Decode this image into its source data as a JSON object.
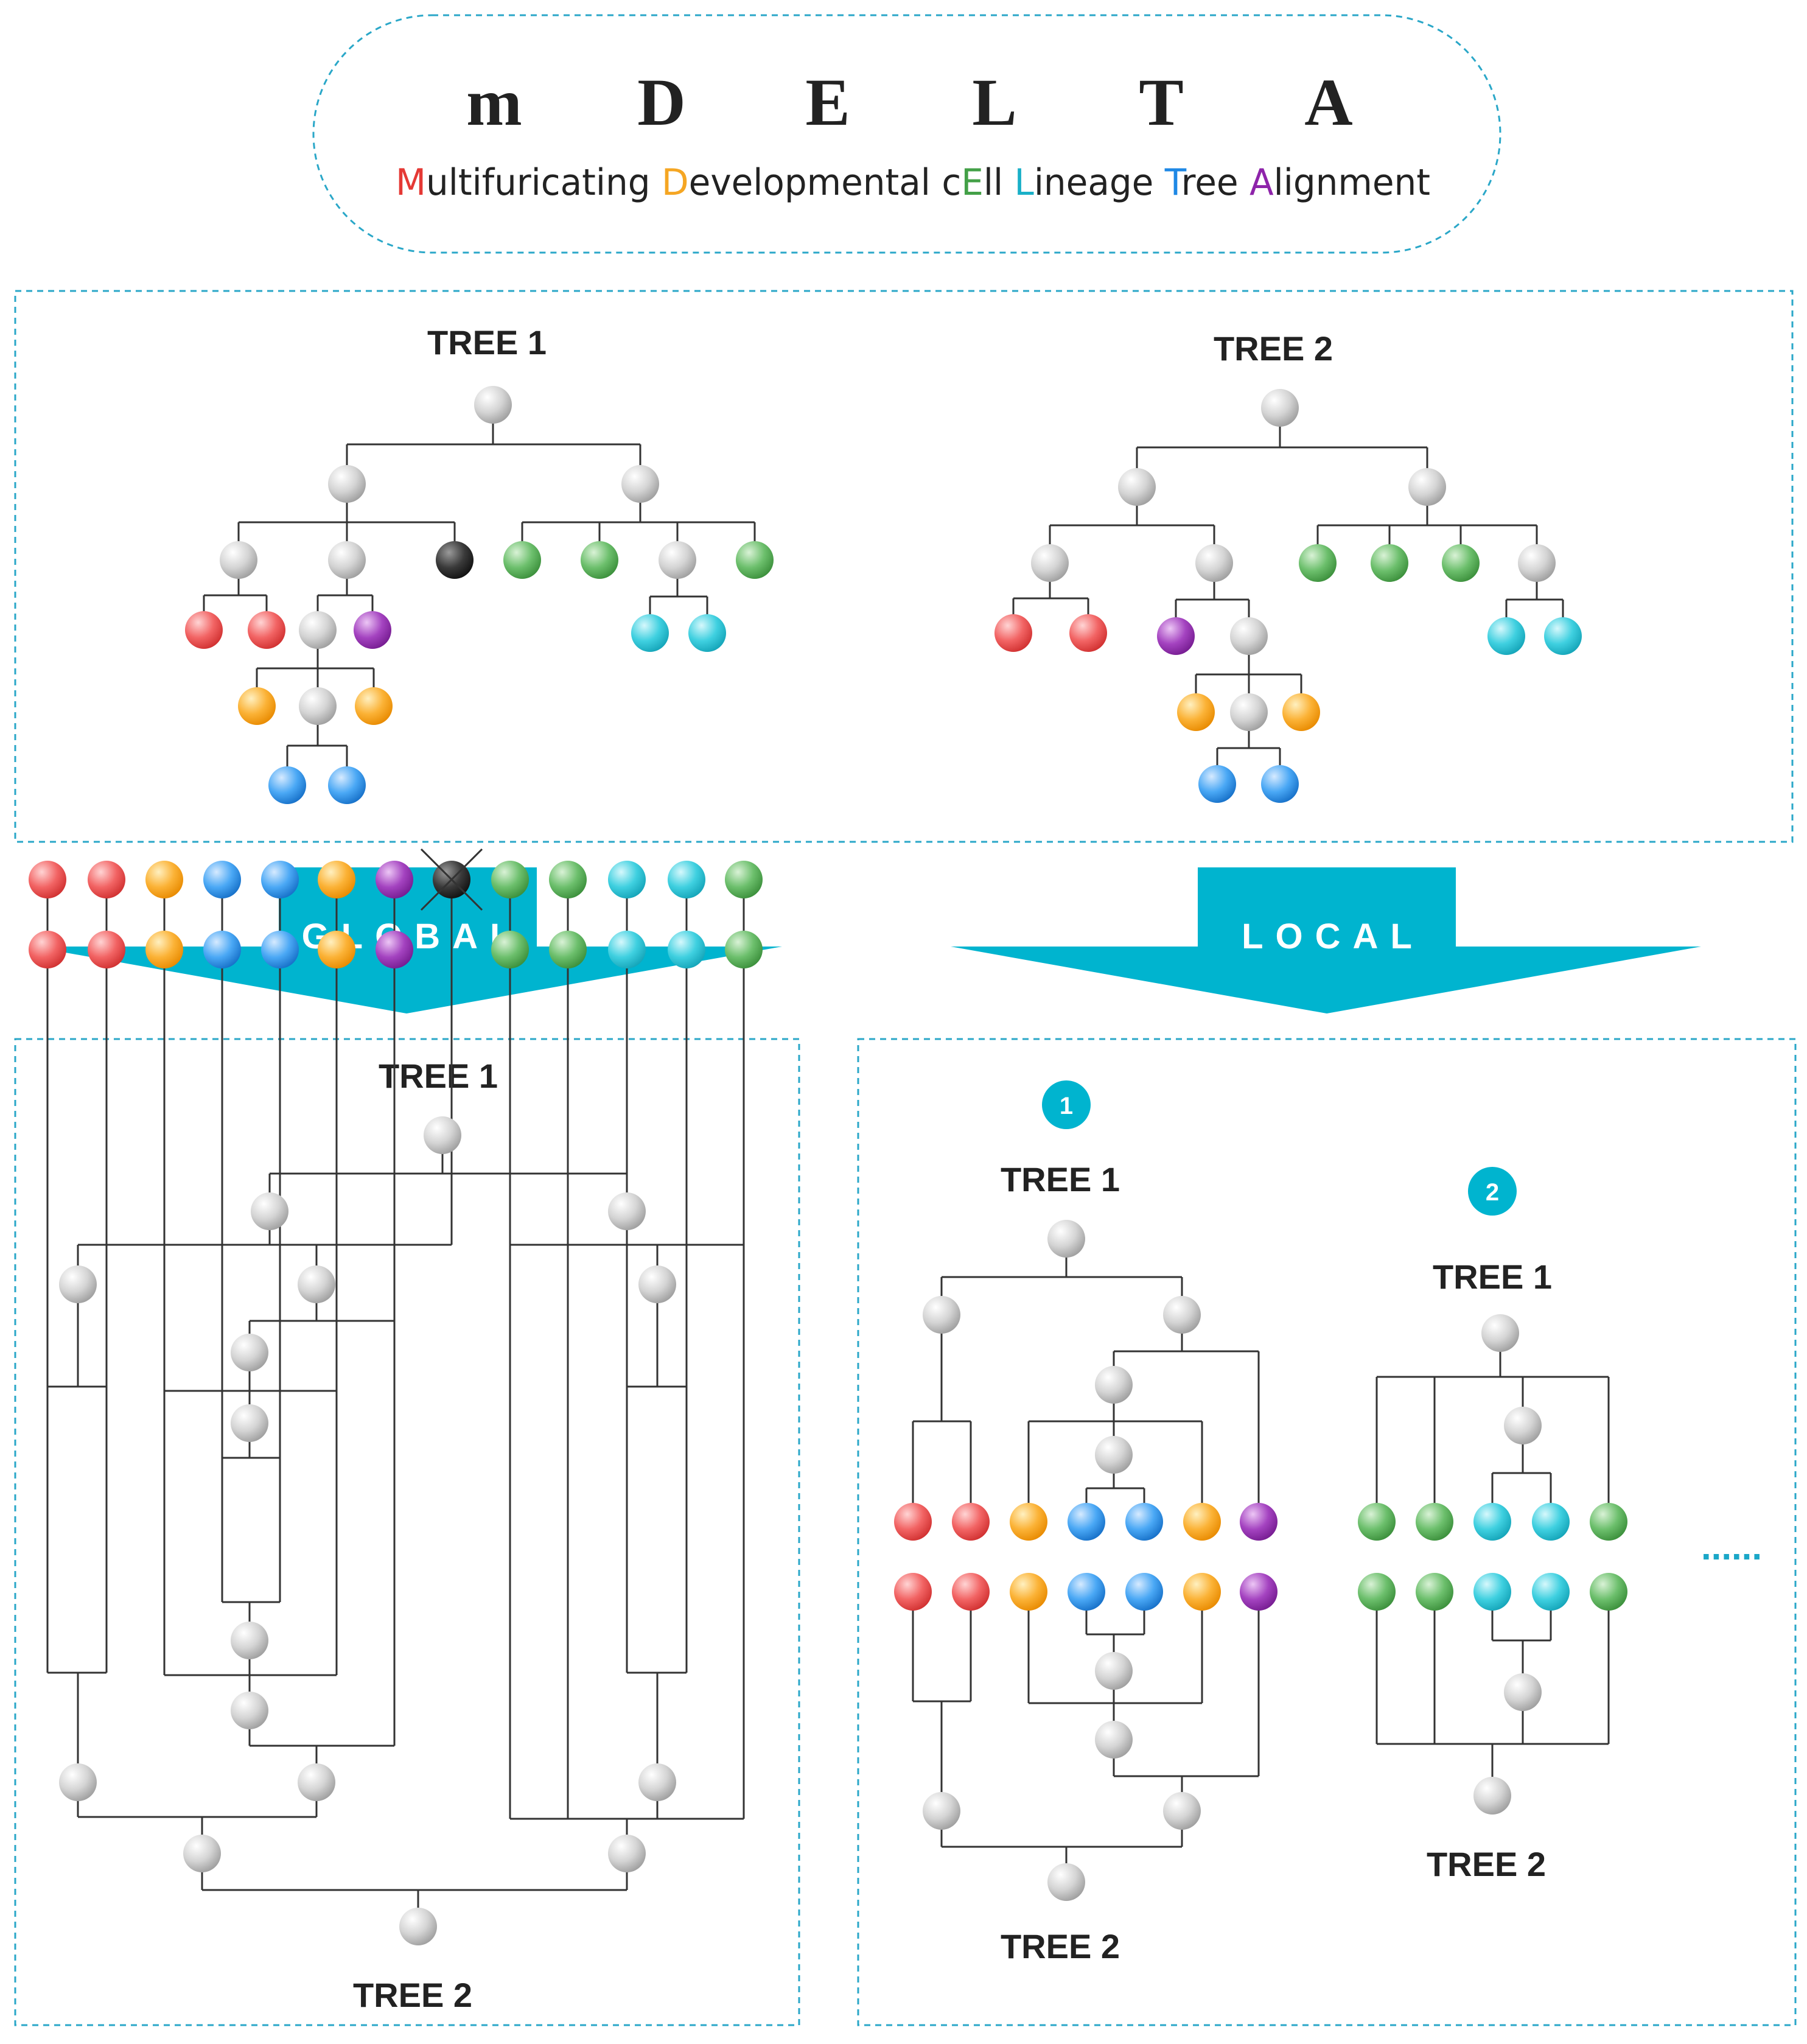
{
  "title": {
    "letters": [
      "m",
      "D",
      "E",
      "L",
      "T",
      "A"
    ],
    "subtitle_parts": [
      {
        "text": "M",
        "color": "#e53935"
      },
      {
        "text": "ultifuricating ",
        "color": "#222222"
      },
      {
        "text": "D",
        "color": "#f5a623"
      },
      {
        "text": "evelopmental ",
        "color": "#222222"
      },
      {
        "text": "c",
        "color": "#222222"
      },
      {
        "text": "E",
        "color": "#43a047"
      },
      {
        "text": "ll ",
        "color": "#222222"
      },
      {
        "text": "L",
        "color": "#1ab0c8"
      },
      {
        "text": "ineage ",
        "color": "#222222"
      },
      {
        "text": "T",
        "color": "#1e88e5"
      },
      {
        "text": "ree ",
        "color": "#222222"
      },
      {
        "text": "A",
        "color": "#8e24aa"
      },
      {
        "text": "lignment",
        "color": "#222222"
      }
    ]
  },
  "labels": {
    "tree1": "TREE 1",
    "tree2": "TREE 2",
    "global": "GLOBAL",
    "local": "LOCAL",
    "badge1": "1",
    "badge2": "2",
    "ellipsis": "......"
  },
  "colors": {
    "accent": "#00b4cf",
    "frame": "#2aa7c8",
    "red": "#f05a5a",
    "orange": "#f9a825",
    "purple": "#9c27b0",
    "green": "#4caf50",
    "cyan": "#26c6da",
    "blue": "#2196f3",
    "gray": "#bdbdbd",
    "black": "#333333"
  }
}
